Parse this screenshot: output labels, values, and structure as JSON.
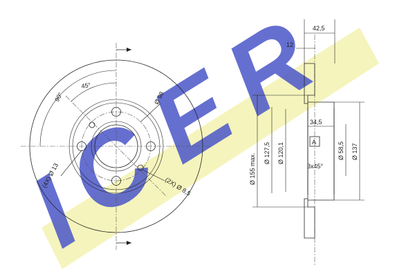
{
  "brand": {
    "name": "ICER",
    "letters": [
      "I",
      "C",
      "E",
      "R"
    ],
    "text_color": "#4b57c8",
    "band_color": "#f3f2b0"
  },
  "front_view": {
    "angle_90": "90°",
    "angle_45": "45°",
    "pcd": "Ø 98",
    "bolt_holes": "(4X) Ø 13",
    "small_holes": "(2X) Ø 8,5"
  },
  "section_view": {
    "overall_width": "42,5",
    "flange_offset": "12",
    "hat_depth": "34,5",
    "outer_diameter": "Ø 155 max.",
    "dia_127": "Ø 127,5",
    "dia_120": "Ø 120,1",
    "center_bore": "Ø 58,5",
    "hat_diameter": "Ø 137",
    "chamfer": "3x45°",
    "datum": "A"
  }
}
